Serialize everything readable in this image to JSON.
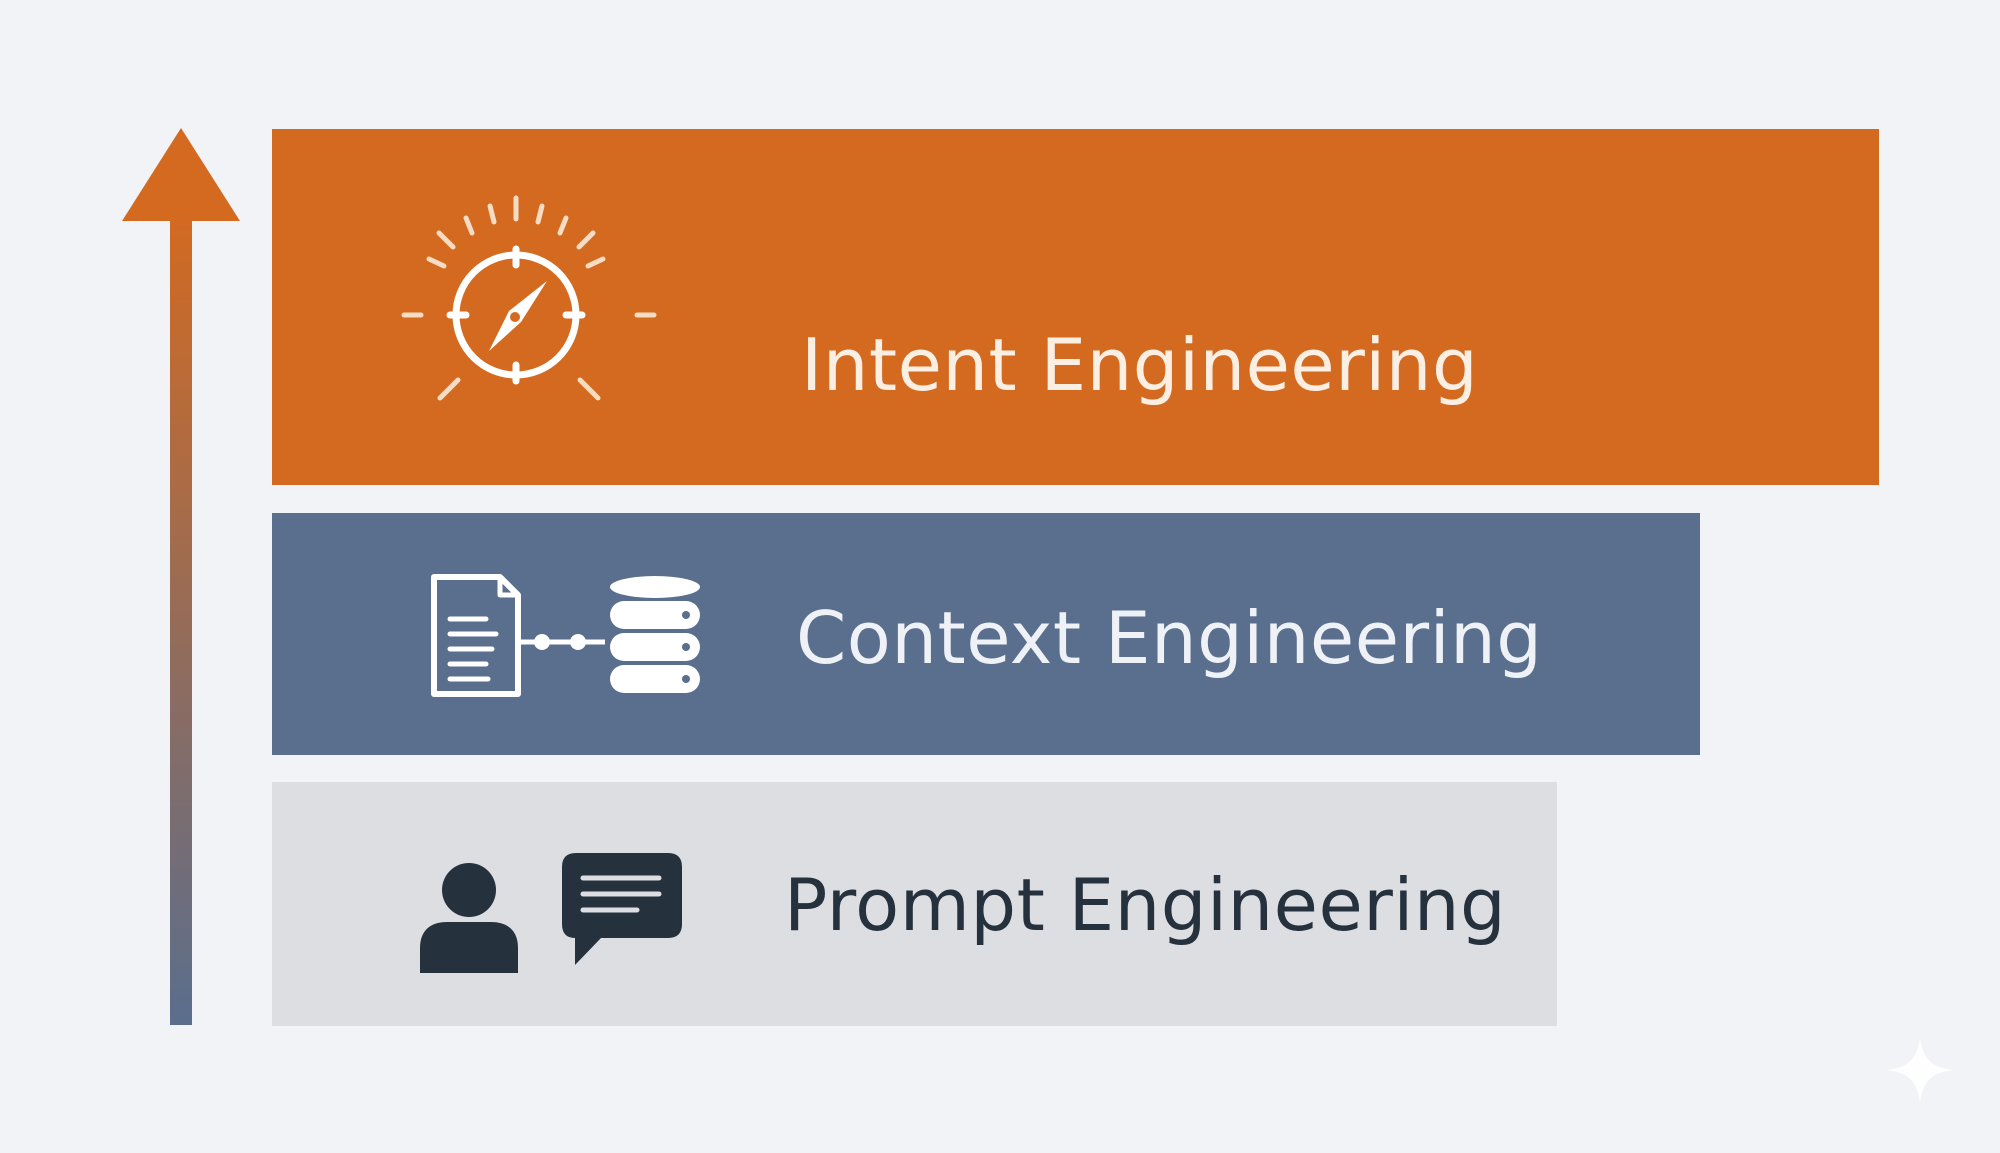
{
  "layers": [
    {
      "id": "intent",
      "label": "Intent Engineering",
      "icon": "compass-icon",
      "color": "#d46a20"
    },
    {
      "id": "context",
      "label": "Context Engineering",
      "icon": "document-database-icon",
      "color": "#5a6e8d"
    },
    {
      "id": "prompt",
      "label": "Prompt Engineering",
      "icon": "user-chat-icon",
      "color": "#dcdee2"
    }
  ],
  "arrow": {
    "icon": "arrow-up-icon",
    "color_top": "#d46a20",
    "color_bottom": "#5a6e8d"
  },
  "watermark": {
    "icon": "sparkle-icon"
  }
}
